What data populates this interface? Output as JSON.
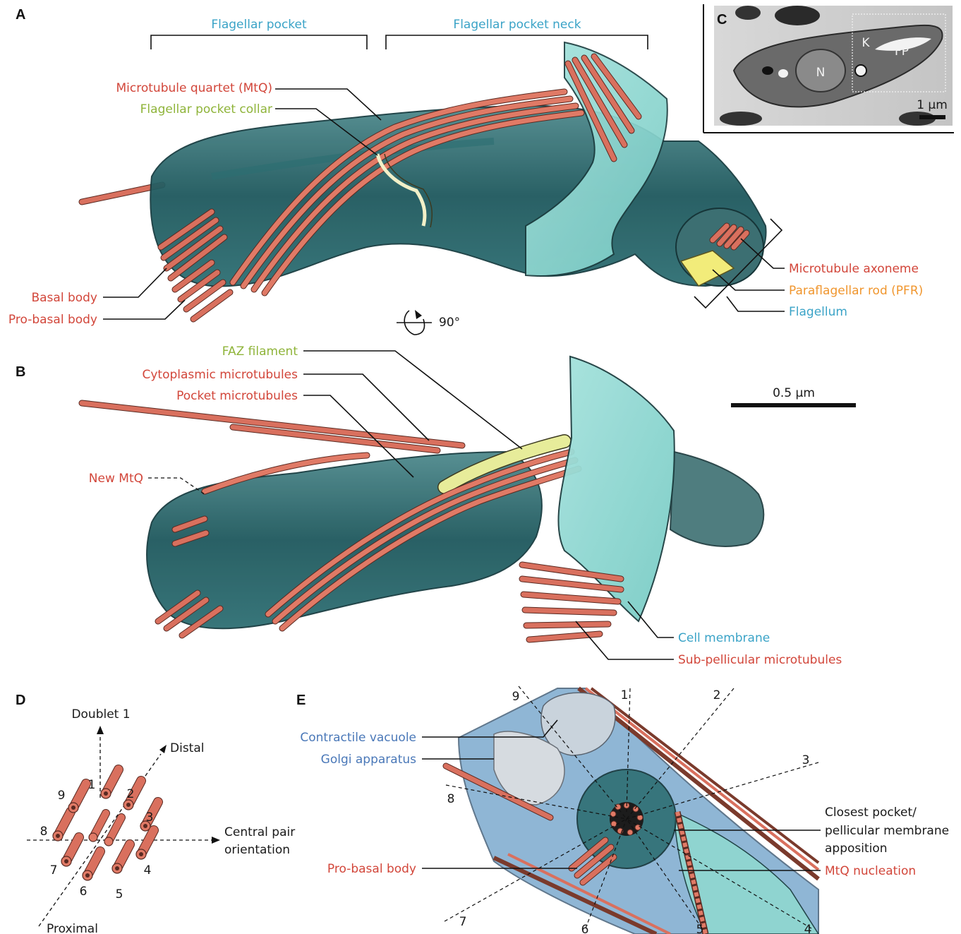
{
  "panels": {
    "A": "A",
    "B": "B",
    "C": "C",
    "D": "D",
    "E": "E"
  },
  "panel_a": {
    "brackets": {
      "pocket": "Flagellar pocket",
      "neck": "Flagellar pocket neck"
    },
    "labels": {
      "mtq": "Microtubule quartet (MtQ)",
      "collar": "Flagellar pocket collar",
      "basal_body": "Basal body",
      "pro_basal_body": "Pro-basal body",
      "axoneme": "Microtubule axoneme",
      "pfr": "Paraflagellar rod (PFR)",
      "flagellum": "Flagellum"
    },
    "rotation": "90°"
  },
  "panel_b": {
    "labels": {
      "faz": "FAZ filament",
      "cytoplasmic": "Cytoplasmic microtubules",
      "pocket_mt": "Pocket microtubules",
      "new_mtq": "New MtQ",
      "cell_membrane": "Cell membrane",
      "subpellicular": "Sub-pellicular microtubules"
    },
    "scale_bar": "0.5 µm"
  },
  "panel_c": {
    "n": "N",
    "k": "K",
    "fp": "FP",
    "scale_bar": "1 µm"
  },
  "panel_d": {
    "doublet1": "Doublet 1",
    "distal": "Distal",
    "central_pair_1": "Central pair",
    "central_pair_2": "orientation",
    "proximal": "Proximal",
    "numbers": [
      "1",
      "2",
      "3",
      "4",
      "5",
      "6",
      "7",
      "8",
      "9"
    ]
  },
  "panel_e": {
    "contractile_vacuole": "Contractile vacuole",
    "golgi": "Golgi apparatus",
    "pro_basal_body": "Pro-basal body",
    "closest_1": "Closest pocket/",
    "closest_2": "pellicular membrane",
    "closest_3": "apposition",
    "mtq_nucleation": "MtQ nucleation",
    "numbers": [
      "1",
      "2",
      "3",
      "4",
      "5",
      "6",
      "7",
      "8",
      "9"
    ]
  },
  "colors": {
    "red_label": "#d2463a",
    "blue_label": "#3aa3c7",
    "green_label": "#8fb43a",
    "orange_label": "#f0962e",
    "membrane_dark": "#1f5a5f",
    "membrane_light": "#8fd6d0",
    "microtubule": "#e07a66"
  }
}
